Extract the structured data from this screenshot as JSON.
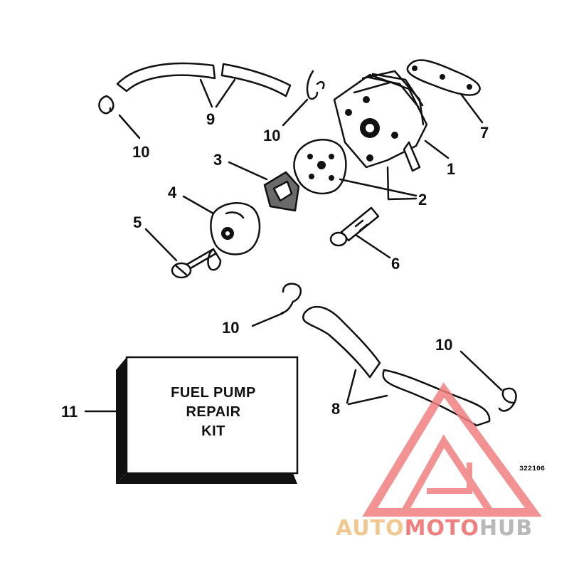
{
  "callouts": {
    "c1": "1",
    "c2": "2",
    "c3": "3",
    "c4": "4",
    "c5": "5",
    "c6": "6",
    "c7": "7",
    "c8": "8",
    "c9": "9",
    "c10a": "10",
    "c10b": "10",
    "c10c": "10",
    "c10d": "10",
    "c11": "11"
  },
  "kit": {
    "line1": "FUEL PUMP",
    "line2": "REPAIR",
    "line3": "KIT"
  },
  "part_number": "322106",
  "watermark": {
    "part1": "AUTO",
    "part2": "MOTO",
    "part3": "HUB",
    "colors": {
      "auto": "#f0c890",
      "moto": "#f08080",
      "hub": "#b8b8b8",
      "logo": "#f28080"
    }
  }
}
